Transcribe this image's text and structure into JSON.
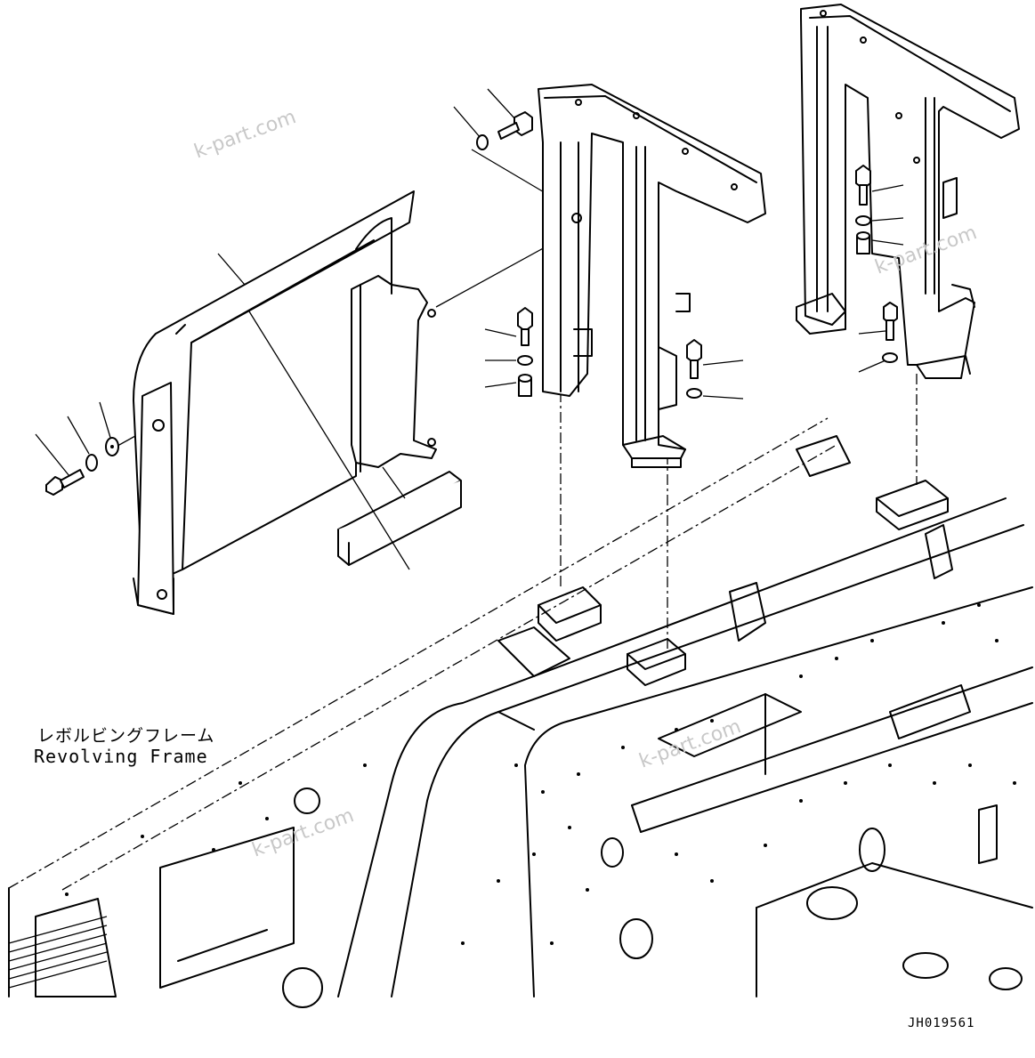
{
  "caption": {
    "japanese": "レボルビングフレーム",
    "english": "Revolving Frame"
  },
  "drawing_number": "JH019561",
  "watermarks": [
    "k-part.com",
    "k-part.com",
    "k-part.com",
    "k-part.com"
  ]
}
